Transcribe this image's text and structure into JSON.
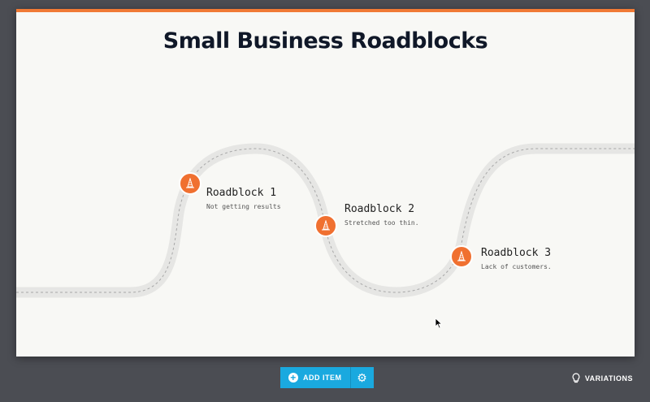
{
  "slide": {
    "title": "Small Business Roadblocks",
    "accent_color": "#f07a35",
    "items": [
      {
        "title": "Roadblock 1",
        "description": "Not getting results",
        "icon": "traffic-cone-icon"
      },
      {
        "title": "Roadblock 2",
        "description": "Stretched too thin.",
        "icon": "traffic-cone-icon"
      },
      {
        "title": "Roadblock 3",
        "description": "Lack of customers.",
        "icon": "traffic-cone-icon"
      }
    ]
  },
  "toolbar": {
    "add_item_label": "ADD ITEM",
    "settings_icon": "gear-icon"
  },
  "variations_label": "VARIATIONS"
}
